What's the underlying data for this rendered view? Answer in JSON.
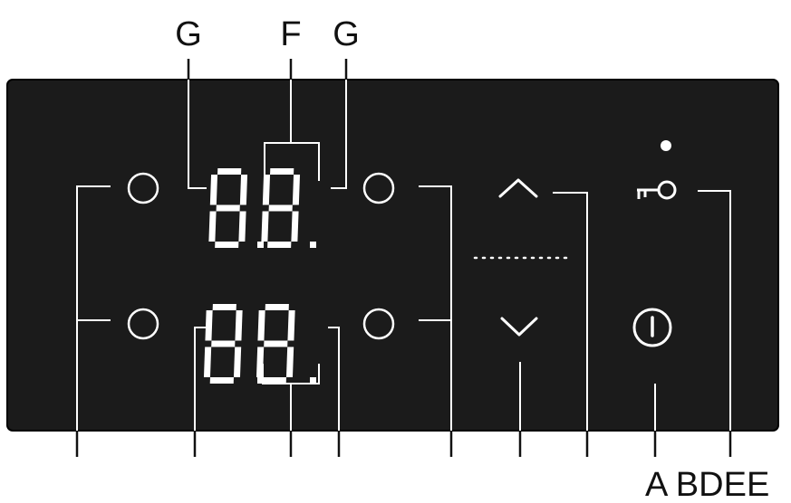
{
  "callouts": {
    "top": [
      "G",
      "F",
      "G"
    ],
    "bottom": "A BDEE"
  },
  "panel": {
    "color": "#1b1b1b",
    "displays": [
      {
        "digits": "8.8."
      },
      {
        "digits": "8.8."
      }
    ],
    "controls": {
      "up_icon": "chevron-up-icon",
      "down_icon": "chevron-down-icon",
      "lock_icon": "key-icon",
      "power_icon": "power-icon"
    }
  }
}
